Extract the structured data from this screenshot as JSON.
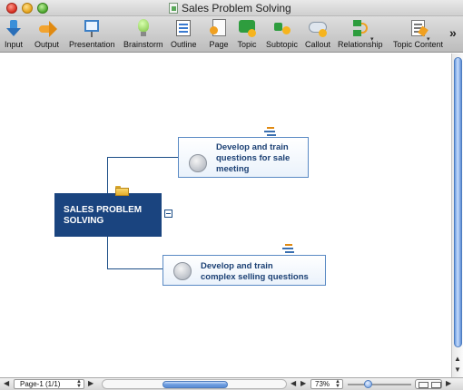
{
  "window": {
    "title": "Sales Problem Solving"
  },
  "toolbar": {
    "items": [
      {
        "label": "Input",
        "icon": "input-icon"
      },
      {
        "label": "Output",
        "icon": "output-icon"
      },
      {
        "label": "Presentation",
        "icon": "presentation-icon"
      },
      {
        "label": "Brainstorm",
        "icon": "brainstorm-icon"
      },
      {
        "label": "Outline",
        "icon": "outline-icon"
      },
      {
        "label": "Page",
        "icon": "page-icon"
      },
      {
        "label": "Topic",
        "icon": "topic-icon"
      },
      {
        "label": "Subtopic",
        "icon": "subtopic-icon"
      },
      {
        "label": "Callout",
        "icon": "callout-icon"
      },
      {
        "label": "Relationship",
        "icon": "relationship-icon"
      },
      {
        "label": "Topic Content",
        "icon": "topic-content-icon"
      }
    ],
    "overflow": "»"
  },
  "map": {
    "central": {
      "line1": "SALES PROBLEM",
      "line2": "SOLVING"
    },
    "topics": [
      {
        "line1": "Develop and train",
        "line2": "questions for sale",
        "line3": "meeting"
      },
      {
        "line1": "Develop and train",
        "line2": "complex selling questions"
      }
    ]
  },
  "statusbar": {
    "page": "Page-1 (1/1)",
    "zoom": "73%"
  },
  "colors": {
    "central_fill": "#1a447f",
    "topic_border": "#5a8ac4",
    "topic_text": "#1a3f73",
    "connector": "#1b4d86"
  }
}
